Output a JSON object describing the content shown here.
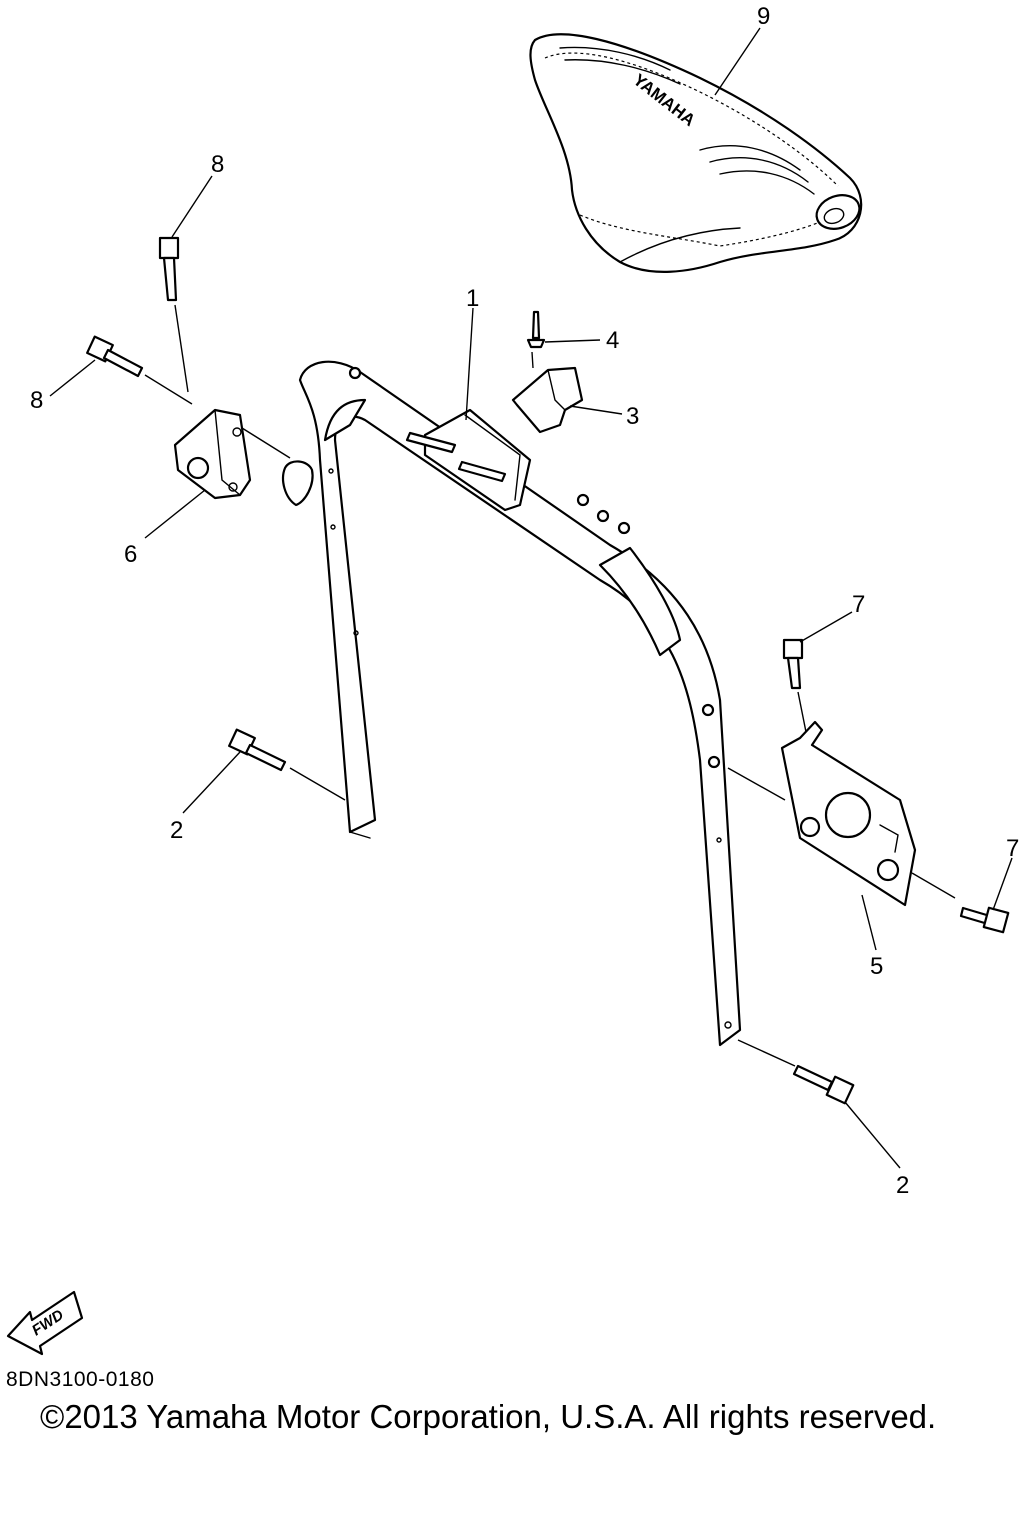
{
  "diagram": {
    "callouts": {
      "p1": "1",
      "p2a": "2",
      "p2b": "2",
      "p3": "3",
      "p4": "4",
      "p5": "5",
      "p6": "6",
      "p7a": "7",
      "p7b": "7",
      "p8a": "8",
      "p8b": "8",
      "p9": "9"
    },
    "seat_brand": "YAMAHA",
    "fwd_label": "FWD"
  },
  "footer": {
    "reference_code": "8DN3100-0180",
    "copyright": "©2013 Yamaha Motor Corporation, U.S.A. All rights reserved."
  }
}
